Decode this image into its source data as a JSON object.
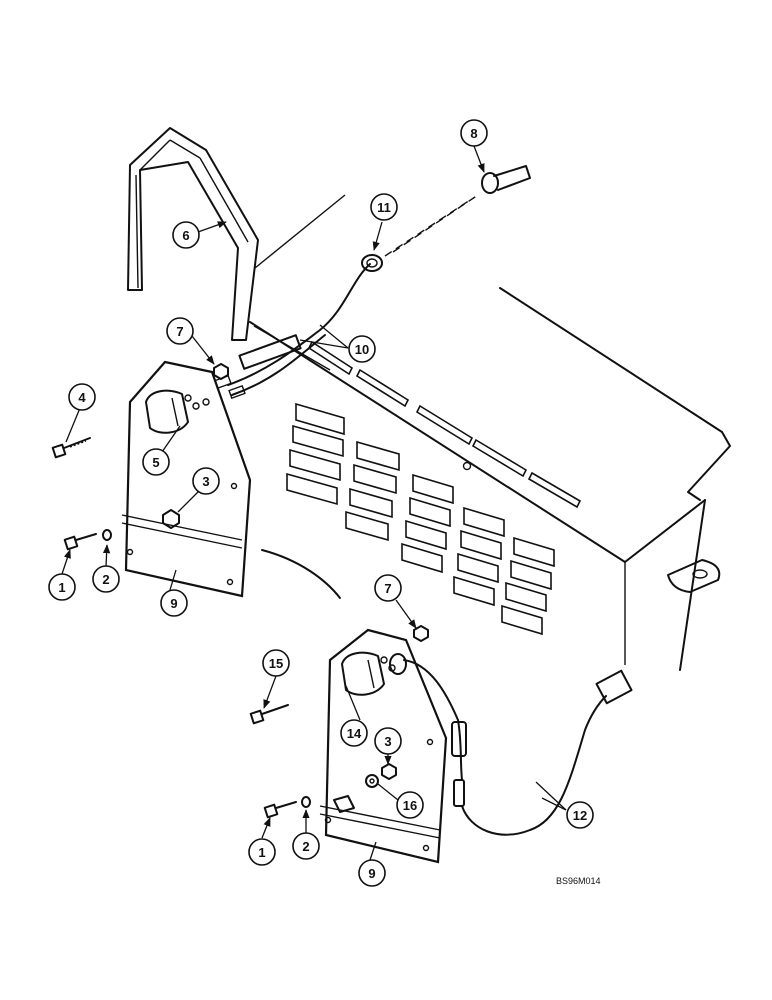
{
  "drawing_code": "BS96M014",
  "callouts": {
    "c1a": "1",
    "c1b": "1",
    "c2a": "2",
    "c2b": "2",
    "c3a": "3",
    "c3b": "3",
    "c4": "4",
    "c5": "5",
    "c6": "6",
    "c7a": "7",
    "c7b": "7",
    "c8": "8",
    "c9a": "9",
    "c9b": "9",
    "c10": "10",
    "c11": "11",
    "c12": "12",
    "c14": "14",
    "c15": "15",
    "c16": "16"
  }
}
